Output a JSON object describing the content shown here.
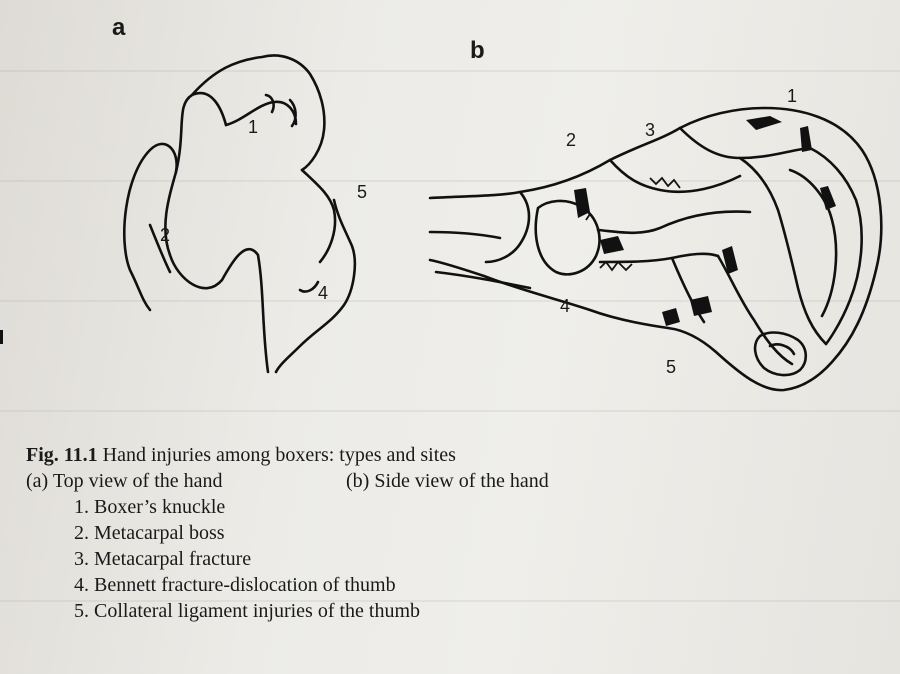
{
  "figure": {
    "panel_a_label": "a",
    "panel_b_label": "b",
    "panel_a_numbers": [
      "1",
      "2",
      "4",
      "5"
    ],
    "panel_b_numbers": [
      "1",
      "2",
      "3",
      "4",
      "5"
    ]
  },
  "caption": {
    "fig_label": "Fig. 11.1",
    "title": "Hand injuries among boxers: types and sites",
    "view_a": "(a) Top view of the hand",
    "view_b": "(b) Side view of the hand",
    "items": [
      "1. Boxer’s knuckle",
      "2. Metacarpal boss",
      "3. Metacarpal fracture",
      "4. Bennett fracture-dislocation of thumb",
      "5. Collateral ligament injuries of the thumb"
    ]
  }
}
